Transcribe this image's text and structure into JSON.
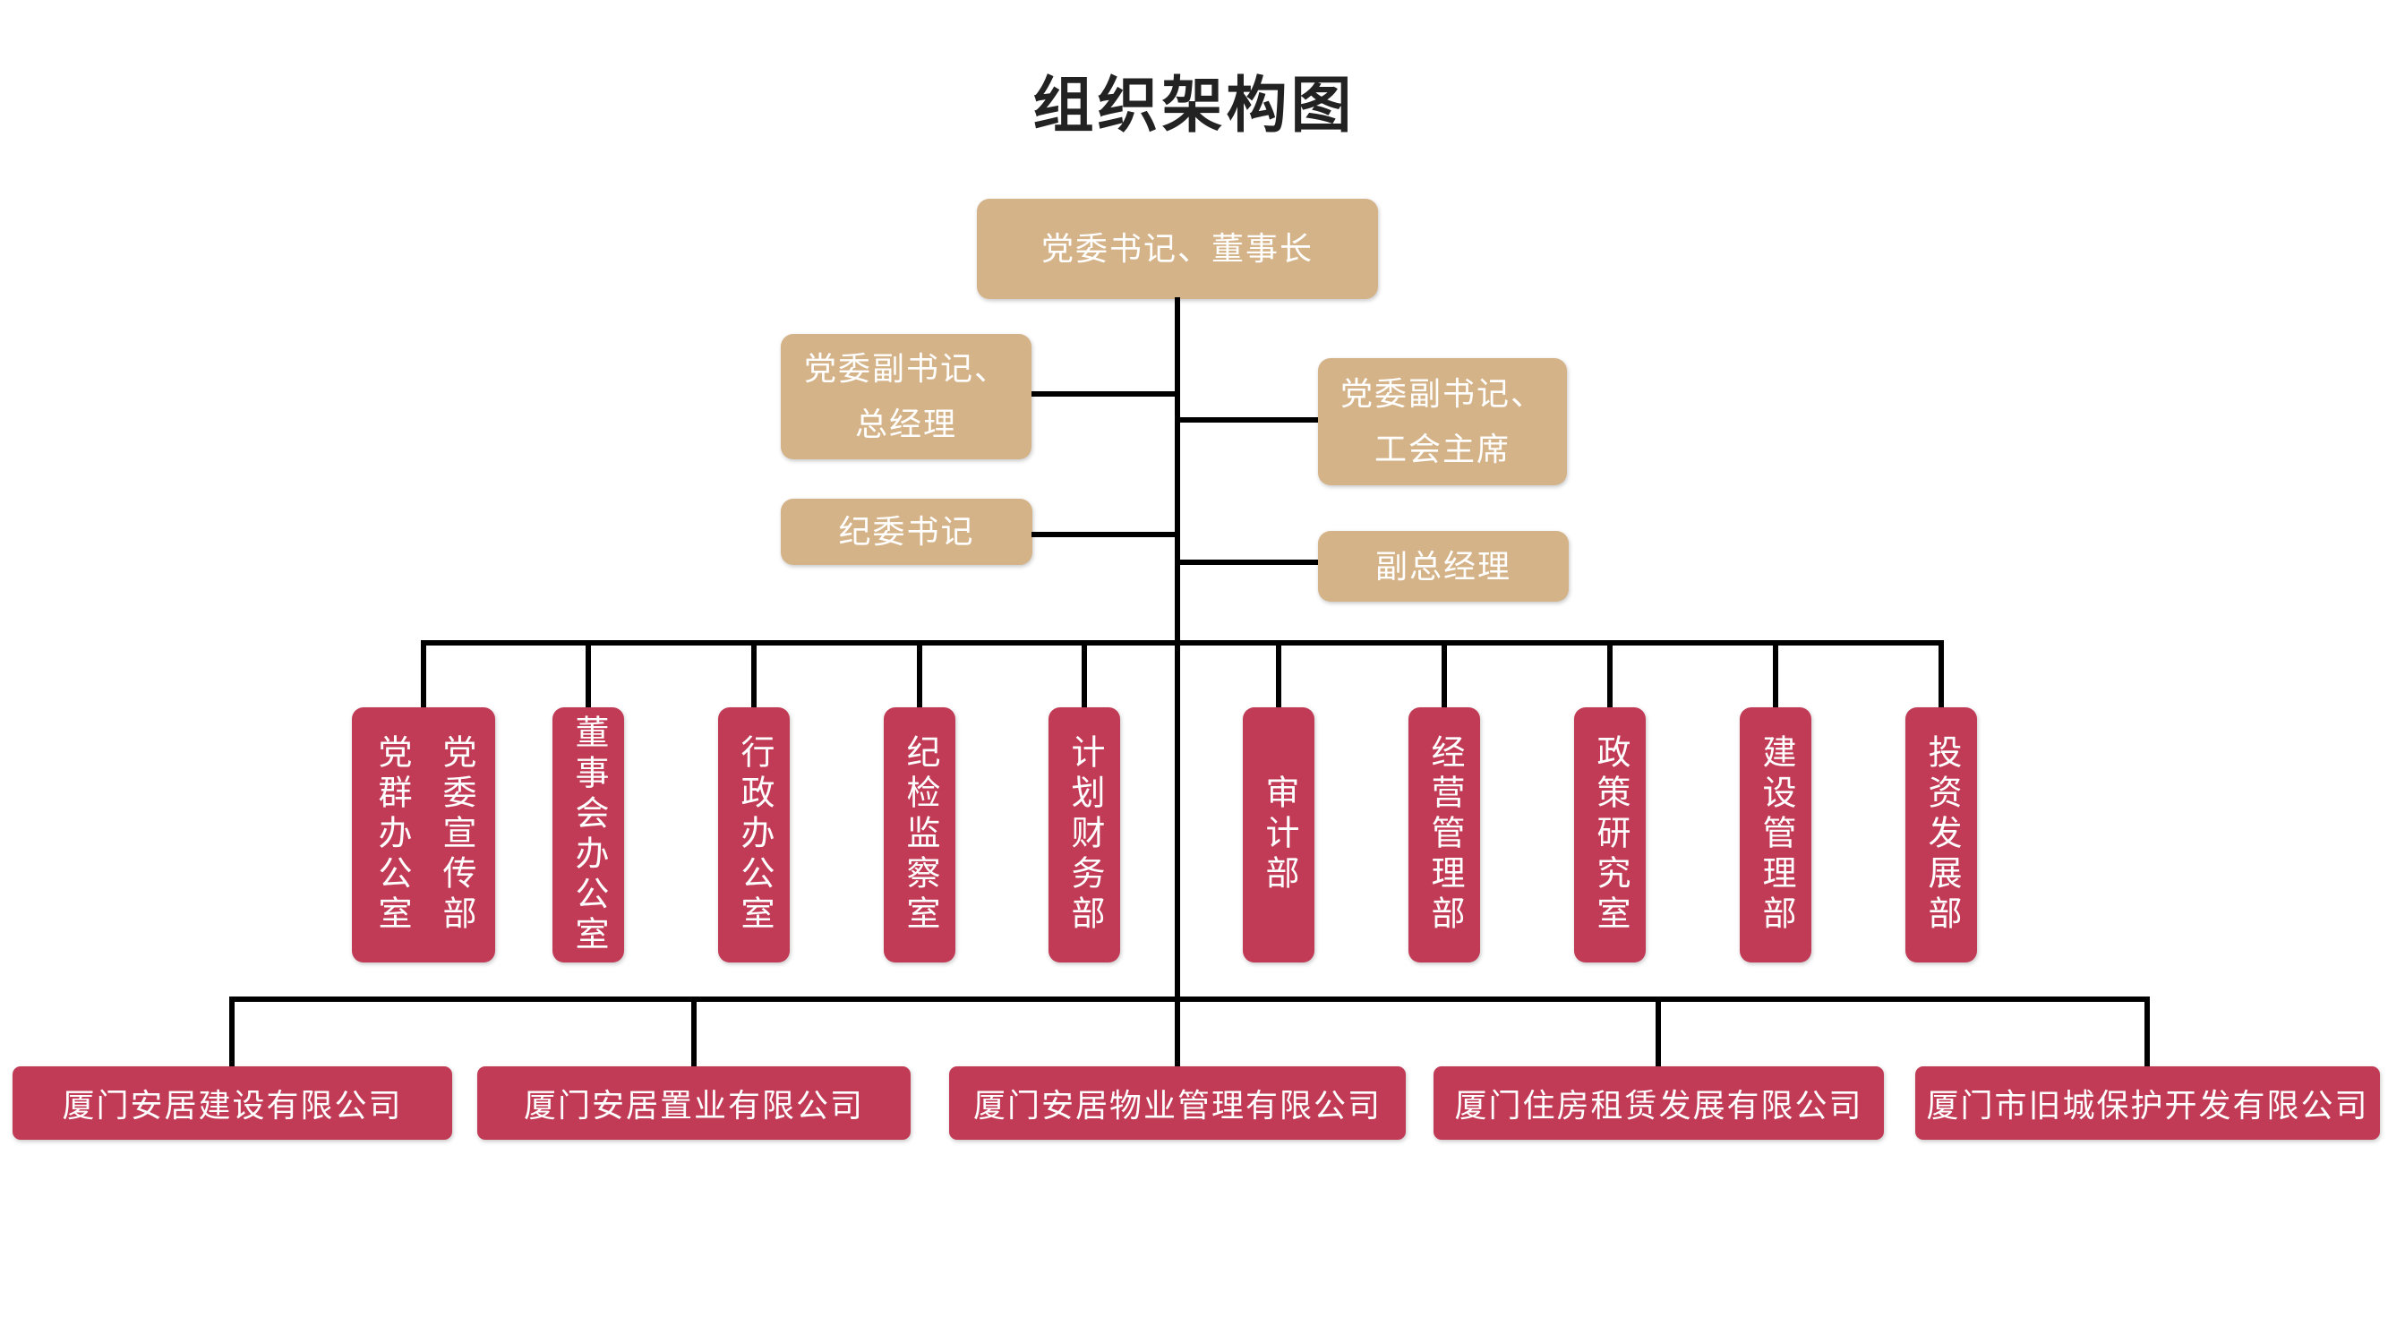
{
  "title": "组织架构图",
  "colors": {
    "box_tan": "#D5B389",
    "box_red": "#C23B56",
    "line_color": "#000000",
    "box_text": "#FFFFFF",
    "title_color": "#222222"
  },
  "leadership": {
    "chairman": "党委书记、董事长",
    "gm_lines": [
      "党委副书记、",
      "总经理"
    ],
    "union_lines": [
      "党委副书记、",
      "工会主席"
    ],
    "discipline": "纪委书记",
    "deputy_gm": "副总经理"
  },
  "departments": [
    {
      "lines": [
        "党群办公室",
        "党委宣传部"
      ]
    },
    {
      "lines": [
        "董事会办公室"
      ]
    },
    {
      "lines": [
        "行政办公室"
      ]
    },
    {
      "lines": [
        "纪检监察室"
      ]
    },
    {
      "lines": [
        "计划财务部"
      ]
    },
    {
      "lines": [
        "审计部"
      ]
    },
    {
      "lines": [
        "经营管理部"
      ]
    },
    {
      "lines": [
        "政策研究室"
      ]
    },
    {
      "lines": [
        "建设管理部"
      ]
    },
    {
      "lines": [
        "投资发展部"
      ]
    }
  ],
  "subsidiaries": [
    "厦门安居建设有限公司",
    "厦门安居置业有限公司",
    "厦门安居物业管理有限公司",
    "厦门住房租赁发展有限公司",
    "厦门市旧城保护开发有限公司"
  ]
}
